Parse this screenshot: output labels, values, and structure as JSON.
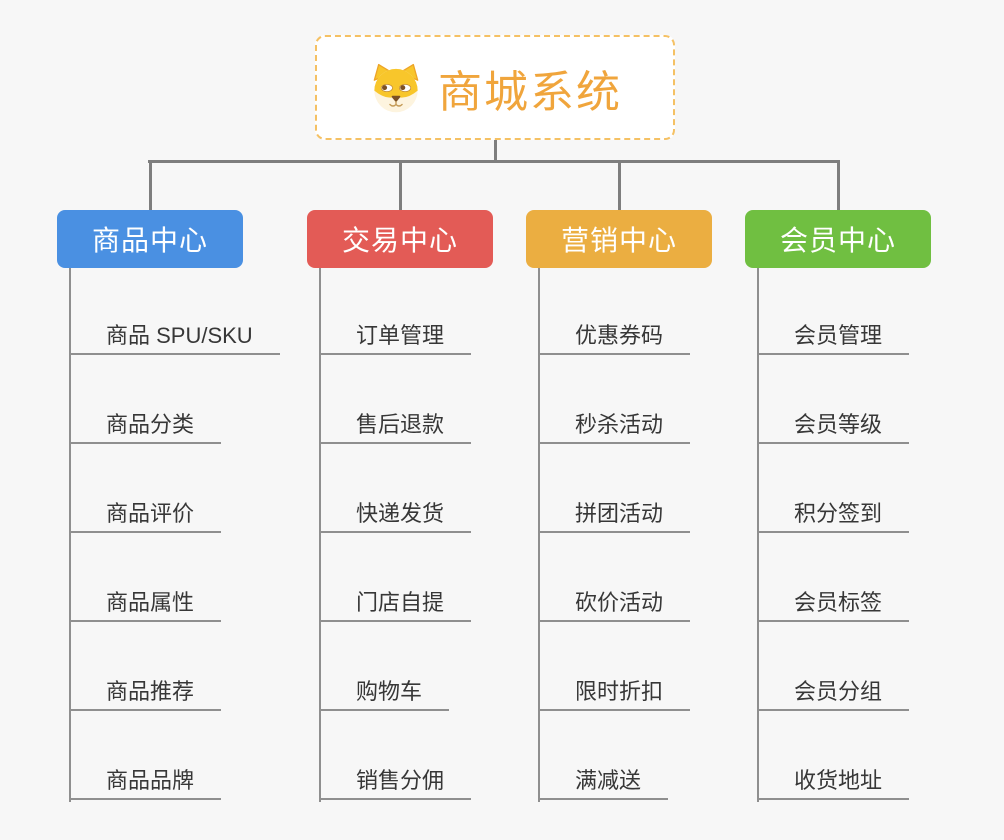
{
  "page": {
    "background_color": "#F7F7F7",
    "connector_color": "#7E7E7E",
    "leaf_line_color": "#8F8F8F",
    "leaf_text_color": "#373737"
  },
  "root": {
    "title": "商城系统",
    "icon": "dog-icon",
    "text_color": "#F0A53C",
    "border_color": "#F5C164",
    "background": "#FFFFFF"
  },
  "branches": [
    {
      "label": "商品中心",
      "color": "#4A90E2",
      "items": [
        "商品 SPU/SKU",
        "商品分类",
        "商品评价",
        "商品属性",
        "商品推荐",
        "商品品牌"
      ]
    },
    {
      "label": "交易中心",
      "color": "#E35B56",
      "items": [
        "订单管理",
        "售后退款",
        "快递发货",
        "门店自提",
        "购物车",
        "销售分佣"
      ]
    },
    {
      "label": "营销中心",
      "color": "#EBAE41",
      "items": [
        "优惠券码",
        "秒杀活动",
        "拼团活动",
        "砍价活动",
        "限时折扣",
        "满减送"
      ]
    },
    {
      "label": "会员中心",
      "color": "#70BF41",
      "items": [
        "会员管理",
        "会员等级",
        "积分签到",
        "会员标签",
        "会员分组",
        "收货地址"
      ]
    }
  ]
}
